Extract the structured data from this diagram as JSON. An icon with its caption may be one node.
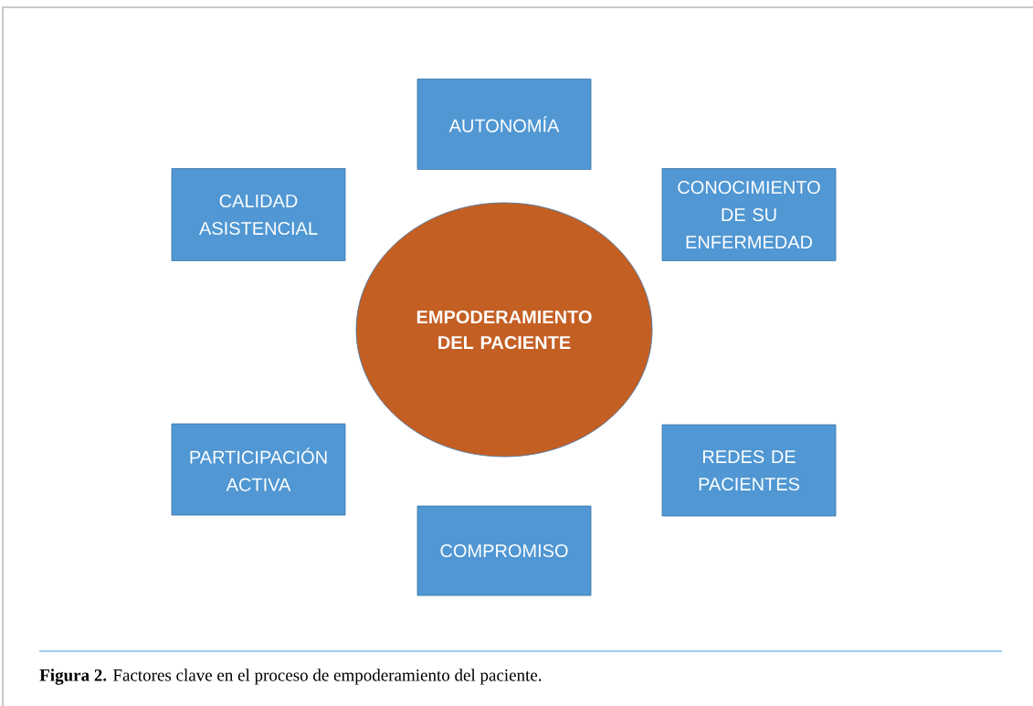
{
  "diagram": {
    "caption": "**Figura 2.** Factores clave en el proceso de empoderamiento del paciente.",
    "nodes": [
      {
        "text": [
          "AUTONOMÍA"
        ]
      },
      {
        "text": [
          "CALIDAD ASISTENCIAL"
        ]
      },
      {
        "text": [
          "CONOCIMIENTO DE SU ENFERMEDAD"
        ]
      },
      {
        "text": [
          "EMPODERAMIENTO DEL PACIENTE"
        ]
      },
      {
        "text": [
          "PARTICIPACIÓN ACTIVA"
        ]
      },
      {
        "text": [
          "REDES DE PACIENTES"
        ]
      },
      {
        "text": [
          "COMPROMISO"
        ]
      }
    ]
  }
}
